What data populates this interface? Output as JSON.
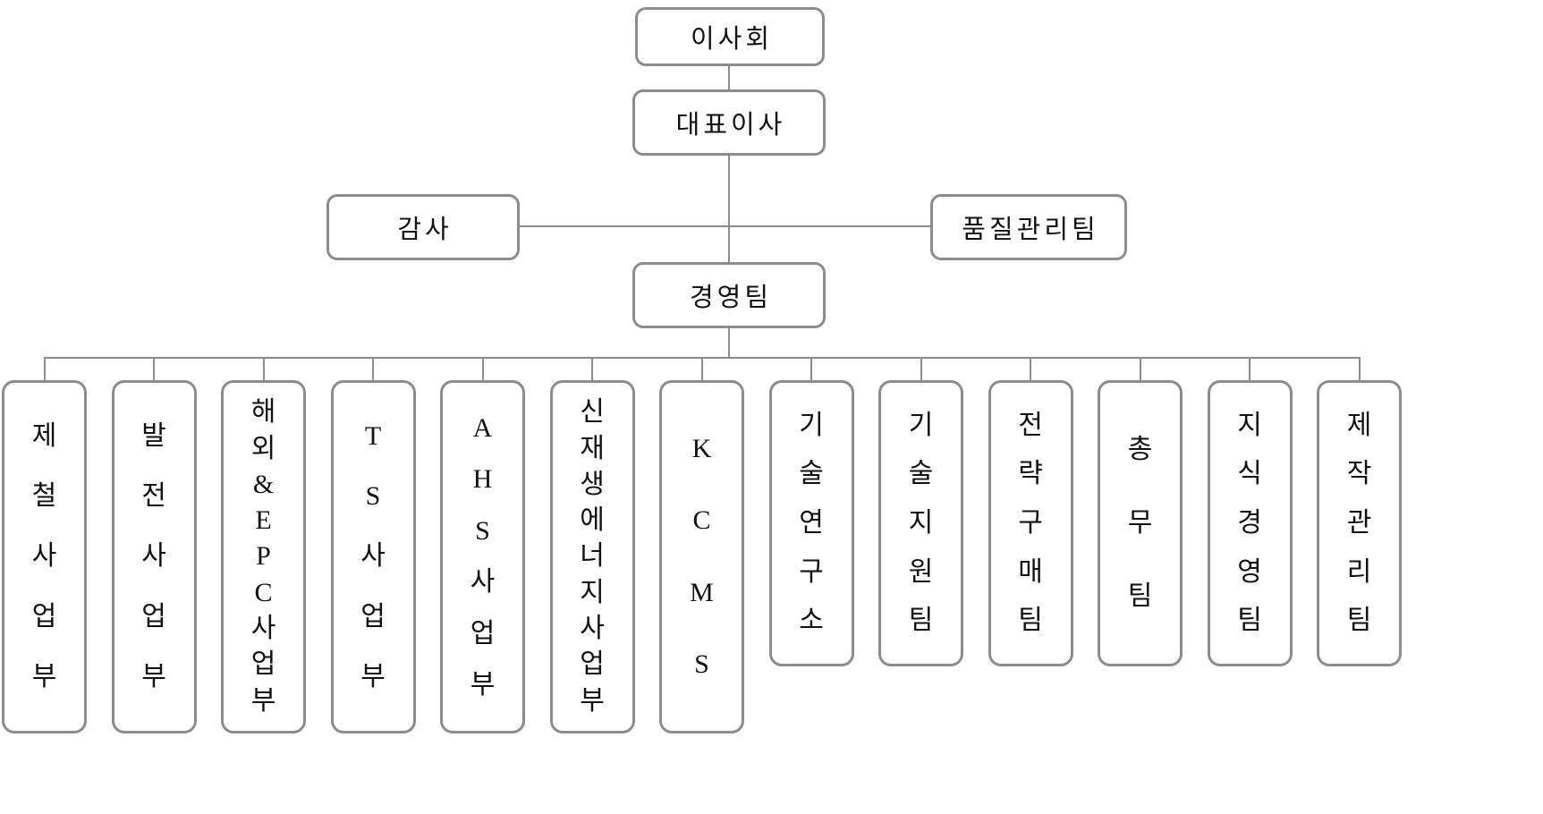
{
  "nodes": {
    "board": "이사회",
    "ceo": "대표이사",
    "auditor": "감사",
    "quality_team": "품질관리팀",
    "management_team": "경영팀"
  },
  "departments": [
    {
      "label": "제철사업부"
    },
    {
      "label": "발전사업부"
    },
    {
      "label": "해외&EPC사업부"
    },
    {
      "label": "TS사업부"
    },
    {
      "label": "AHS사업부"
    },
    {
      "label": "신재생에너지사업부"
    },
    {
      "label": "KCMS"
    },
    {
      "label": "기술연구소"
    },
    {
      "label": "기술지원팀"
    },
    {
      "label": "전략구매팀"
    },
    {
      "label": "총무팀"
    },
    {
      "label": "지식경영팀"
    },
    {
      "label": "제작관리팀"
    }
  ],
  "colors": {
    "border": "#8c8c8c",
    "line": "#8c8c8c",
    "text": "#111111",
    "background": "#ffffff"
  }
}
